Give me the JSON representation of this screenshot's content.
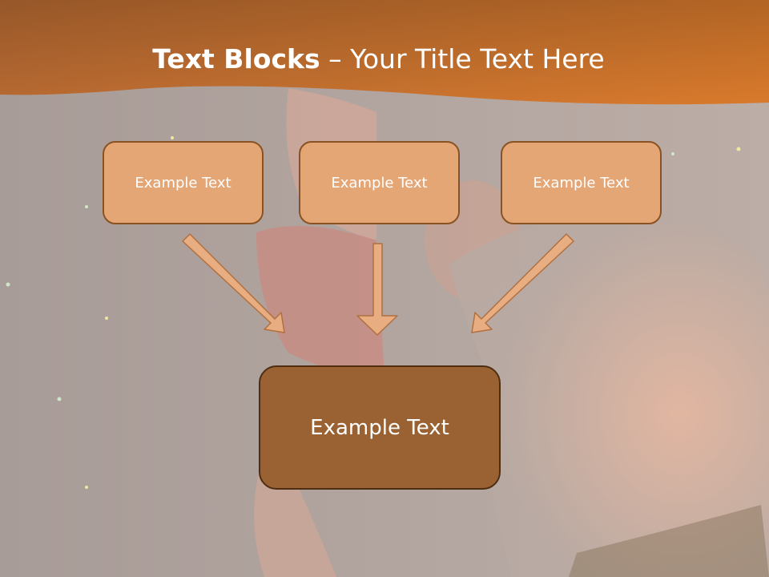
{
  "title": {
    "bold_part": "Text Blocks",
    "dash": " – ",
    "regular_part": "Your Title Text Here"
  },
  "blocks": [
    {
      "text": "Example Text"
    },
    {
      "text": "Example Text"
    },
    {
      "text": "Example Text"
    }
  ],
  "target_block": {
    "text": "Example Text"
  },
  "colors": {
    "header_orange": "#d97a2c",
    "small_box_fill": "#e5a676",
    "small_box_border": "#8a5222",
    "big_box_fill": "#9a6232",
    "arrow_fill": "#e8ad80"
  }
}
